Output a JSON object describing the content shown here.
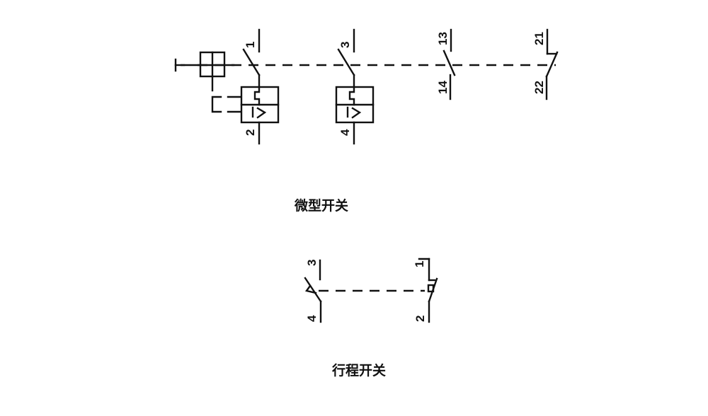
{
  "micro_switch": {
    "caption": "微型开关",
    "labels": {
      "c1_top": "1",
      "c1_bot": "2",
      "c2_top": "3",
      "c2_bot": "4",
      "c3_top": "13",
      "c3_bot": "14",
      "c4_top": "21",
      "c4_bot": "22"
    }
  },
  "travel_switch": {
    "caption": "行程开关",
    "labels": {
      "no_top": "3",
      "no_bot": "4",
      "nc_top": "1",
      "nc_bot": "2"
    }
  }
}
